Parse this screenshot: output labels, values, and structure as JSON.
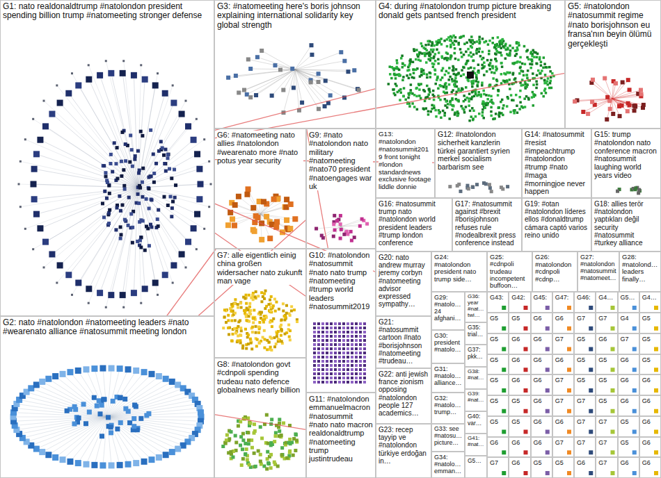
{
  "diagram": {
    "nodes": [
      {
        "text": [
          "G1: nato realdonaldtrump #natolondon president spending billion trump #natomeeting stronger defense"
        ]
      },
      {
        "text": [
          "G3: #natomeeting here's boris johnson explaining international solidarity key global strength"
        ]
      },
      {
        "text": [
          "G4: during #natolondon trump picture breaking donald gets pantsed french president"
        ]
      },
      {
        "text": [
          "G5: #natolondon #natosummit regime #nato borisjohnson eu fransa'nın beyin ölümü gerçekleşti"
        ]
      },
      {
        "text": [
          "G6: #natomeeting nato allies #natolondon #wearenato more #nato potus year security"
        ]
      },
      {
        "text": [
          "G9: #nato #natolondon nato military #natomeeting #nato70 president #natoengages war uk"
        ]
      },
      {
        "text": [
          "G13: #natolondon #natosummit2019 front tonight #london standardnews exclusive footage liddle donnie"
        ]
      },
      {
        "text": [
          "G12: #natolondon sicherheit kanzlerin türkei garantiert syrien merkel socialism barbarism see"
        ]
      },
      {
        "text": [
          "G14: #natosummit #resist #impeachtrump #natolondon #trump #nato #maga #morningjoe never happen"
        ]
      },
      {
        "text": [
          "G15: trump #natolondon nato conference macron #natosummit laughing world years video"
        ]
      },
      {
        "text": [
          "G16: #natosummit trump nato #natolondon world president leaders #trump london conference"
        ]
      },
      {
        "text": [
          "G17: #natosummit against #brexit #borisjohnson refuses rule #nodealbrexit press conference instead"
        ]
      },
      {
        "text": [
          "G19: #otan #natolondon líderes ellos #donaldtrump cámara captó varios reino unido"
        ]
      },
      {
        "text": [
          "G18: allies terör #natolondon yaptıkları değil security #natosummit #turkey alliance"
        ]
      },
      {
        "text": [
          "G7: alle eigentlich einig china großen widersacher nato zukunft man vage"
        ]
      },
      {
        "text": [
          "G10: #natolondon #natosummit #nato nato trump #natomeeting #trump world leaders #natosummit2019"
        ]
      },
      {
        "text": [
          "G20: nato andrew murray jeremy corbyn #natomeeting advisor expressed sympathy…"
        ]
      },
      {
        "text": [
          "G24: #natolondon president nato trump side…"
        ]
      },
      {
        "text": [
          "G25: #cdnpoli trudeau incompetent buffoon…"
        ]
      },
      {
        "text": [
          "G26: #natolondon #cdnpoli #cdnp…"
        ]
      },
      {
        "text": [
          "G27: #natolondon #natosummit #natomeet…"
        ]
      },
      {
        "text": [
          "G28: #natolond… leaders finally…"
        ]
      },
      {
        "text": [
          "G2: nato #natolondon #natomeeting leaders #nato #wearenato alliance #natosummit meeting london"
        ]
      },
      {
        "text": [
          "G8: #natolondon govt #cdnpoli spending trudeau nato defence globalnews nearly billion"
        ]
      },
      {
        "text": [
          "G11: #natolondon emmanuelmacron #natosummit #nato nato macron realdonaldtrump #natomeeting trump justintrudeau"
        ]
      },
      {
        "text": [
          "G21: #natosummit cartoon #nato #borisjohnson #natomeeting #trudeau…"
        ]
      },
      {
        "text": [
          "G22: anti jewish france zionism opposing #natolondon people 127 academics…"
        ]
      },
      {
        "text": [
          "G23: recep tayyip ve #natolondon türkiye erdoğan in…"
        ]
      },
      {
        "text": [
          "G29: #natolo… 24 afghani…"
        ]
      },
      {
        "text": [
          "G30: president #natolo…"
        ]
      },
      {
        "text": [
          "G31: #natolo… alliance…"
        ]
      },
      {
        "text": [
          "G32: #natolo… trump…"
        ]
      },
      {
        "text": [
          "G33: see #natosu… picture…"
        ]
      },
      {
        "text": [
          "G34: #natolo… emman…"
        ]
      },
      {
        "text": [
          "G36: year #nat… twi…"
        ]
      },
      {
        "text": [
          "G35: trial…"
        ]
      },
      {
        "text": [
          "G37: pkk…"
        ]
      },
      {
        "text": [
          "G38: #nat…"
        ]
      },
      {
        "text": [
          "G39: #nat…"
        ]
      },
      {
        "text": [
          "G40: var…"
        ]
      },
      {
        "text": [
          "G41: #nat…"
        ]
      },
      {
        "text": [
          "G5…"
        ]
      },
      {
        "text": [
          "G43:"
        ]
      },
      {
        "text": [
          "G42:"
        ]
      },
      {
        "text": [
          "G45:"
        ]
      },
      {
        "text": [
          "G47:"
        ]
      },
      {
        "text": [
          "G46:"
        ]
      },
      {
        "text": [
          "G4…"
        ]
      },
      {
        "text": [
          "G5…"
        ]
      },
      {
        "text": [
          "G4…"
        ]
      },
      {
        "text": [
          "G5"
        ]
      },
      {
        "text": [
          "G5"
        ]
      },
      {
        "text": [
          "G6"
        ]
      },
      {
        "text": [
          "G6"
        ]
      },
      {
        "text": [
          "G7"
        ]
      },
      {
        "text": [
          "G7"
        ]
      },
      {
        "text": [
          "G4"
        ]
      },
      {
        "text": [
          "G5"
        ]
      },
      {
        "text": [
          "G5"
        ]
      },
      {
        "text": [
          "G6"
        ]
      },
      {
        "text": [
          "G6"
        ]
      },
      {
        "text": [
          "G7"
        ]
      },
      {
        "text": [
          "G5"
        ]
      },
      {
        "text": [
          "G6"
        ]
      },
      {
        "text": [
          "G7"
        ]
      },
      {
        "text": [
          "G5"
        ]
      },
      {
        "text": [
          "G5"
        ]
      },
      {
        "text": [
          "G6"
        ]
      },
      {
        "text": [
          "G6"
        ]
      },
      {
        "text": [
          "G6"
        ]
      },
      {
        "text": [
          "G5"
        ]
      },
      {
        "text": [
          "G5"
        ]
      },
      {
        "text": [
          "G6"
        ]
      },
      {
        "text": [
          "G5"
        ]
      },
      {
        "text": [
          "G5"
        ]
      },
      {
        "text": [
          "G6"
        ]
      },
      {
        "text": [
          "G6"
        ]
      },
      {
        "text": [
          "G7"
        ]
      },
      {
        "text": [
          "G5"
        ]
      },
      {
        "text": [
          "G5"
        ]
      },
      {
        "text": [
          "G6"
        ]
      },
      {
        "text": [
          "G6"
        ]
      },
      {
        "text": [
          "G5"
        ]
      },
      {
        "text": [
          "G5"
        ]
      },
      {
        "text": [
          "G6"
        ]
      },
      {
        "text": [
          "G7"
        ]
      },
      {
        "text": [
          "G7"
        ]
      },
      {
        "text": [
          "G5"
        ]
      },
      {
        "text": [
          "G6"
        ]
      },
      {
        "text": [
          "G6"
        ]
      },
      {
        "text": [
          "G5"
        ]
      },
      {
        "text": [
          "G5"
        ]
      },
      {
        "text": [
          "G6"
        ]
      },
      {
        "text": [
          "G6"
        ]
      },
      {
        "text": [
          "G7"
        ]
      },
      {
        "text": [
          "G7"
        ]
      },
      {
        "text": [
          "G5"
        ]
      },
      {
        "text": [
          "G6"
        ]
      },
      {
        "text": [
          "G6"
        ]
      },
      {
        "text": [
          "G6"
        ]
      },
      {
        "text": [
          "G6"
        ]
      },
      {
        "text": [
          "G7"
        ]
      },
      {
        "text": [
          "G7"
        ]
      },
      {
        "text": [
          "G7"
        ]
      },
      {
        "text": [
          "G5"
        ]
      },
      {
        "text": [
          "G6"
        ]
      },
      {
        "text": [
          "G7"
        ]
      },
      {
        "text": [
          "G6"
        ]
      },
      {
        "text": [
          "G5"
        ]
      },
      {
        "text": [
          "G5"
        ]
      },
      {
        "text": [
          "G6"
        ]
      },
      {
        "text": [
          "G7"
        ]
      },
      {
        "text": [
          "G6"
        ]
      },
      {
        "text": [
          "G6"
        ]
      }
    ],
    "edges": [
      {
        "from": 0,
        "to": 15,
        "arrow": "none"
      },
      {
        "from": 22,
        "to": 4,
        "arrow": "none"
      },
      {
        "from": 22,
        "to": 5,
        "arrow": "none"
      },
      {
        "from": 0,
        "to": 3,
        "arrow": "none"
      },
      {
        "from": 22,
        "to": 24,
        "arrow": "none"
      },
      {
        "from": 0,
        "to": 7,
        "arrow": "none"
      },
      {
        "from": 1,
        "to": 15,
        "arrow": "none"
      },
      {
        "from": 0,
        "to": 2,
        "arrow": "none"
      },
      {
        "from": 0,
        "to": 16,
        "arrow": "none"
      }
    ]
  }
}
